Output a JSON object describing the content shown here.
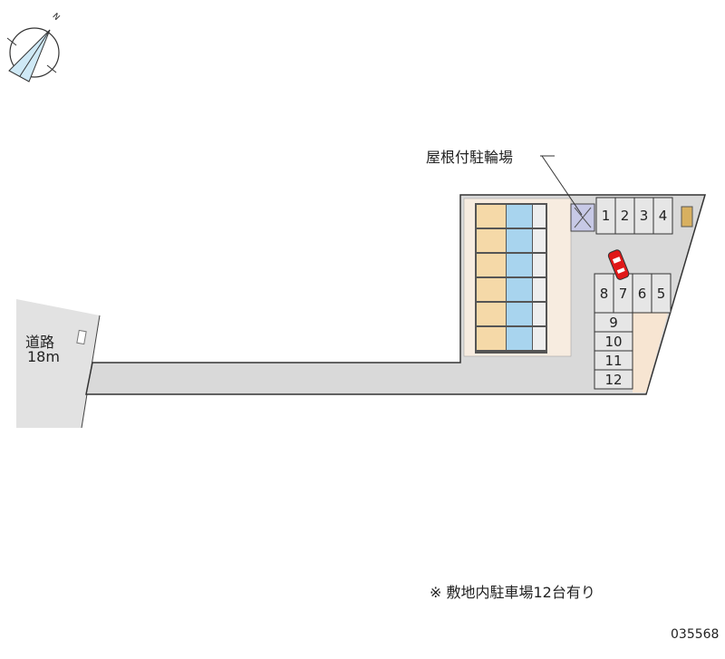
{
  "labels": {
    "bicycle_parking": "屋根付駐輪場",
    "road_name": "道路",
    "road_width": "18m",
    "note": "※ 敷地内駐車場12台有り",
    "property_id": "035568",
    "compass_north": "N"
  },
  "parking": {
    "top_row": [
      "1",
      "2",
      "3",
      "4"
    ],
    "middle_row": [
      "8",
      "7",
      "6",
      "5"
    ],
    "column": [
      "9",
      "10",
      "11",
      "12"
    ]
  },
  "colors": {
    "ground": "#d9d9d9",
    "road": "#e4e4e4",
    "building_beige": "#f5d9a8",
    "building_blue": "#a8d4ee",
    "car": "#e01818",
    "compass": "#cfe9f6"
  }
}
